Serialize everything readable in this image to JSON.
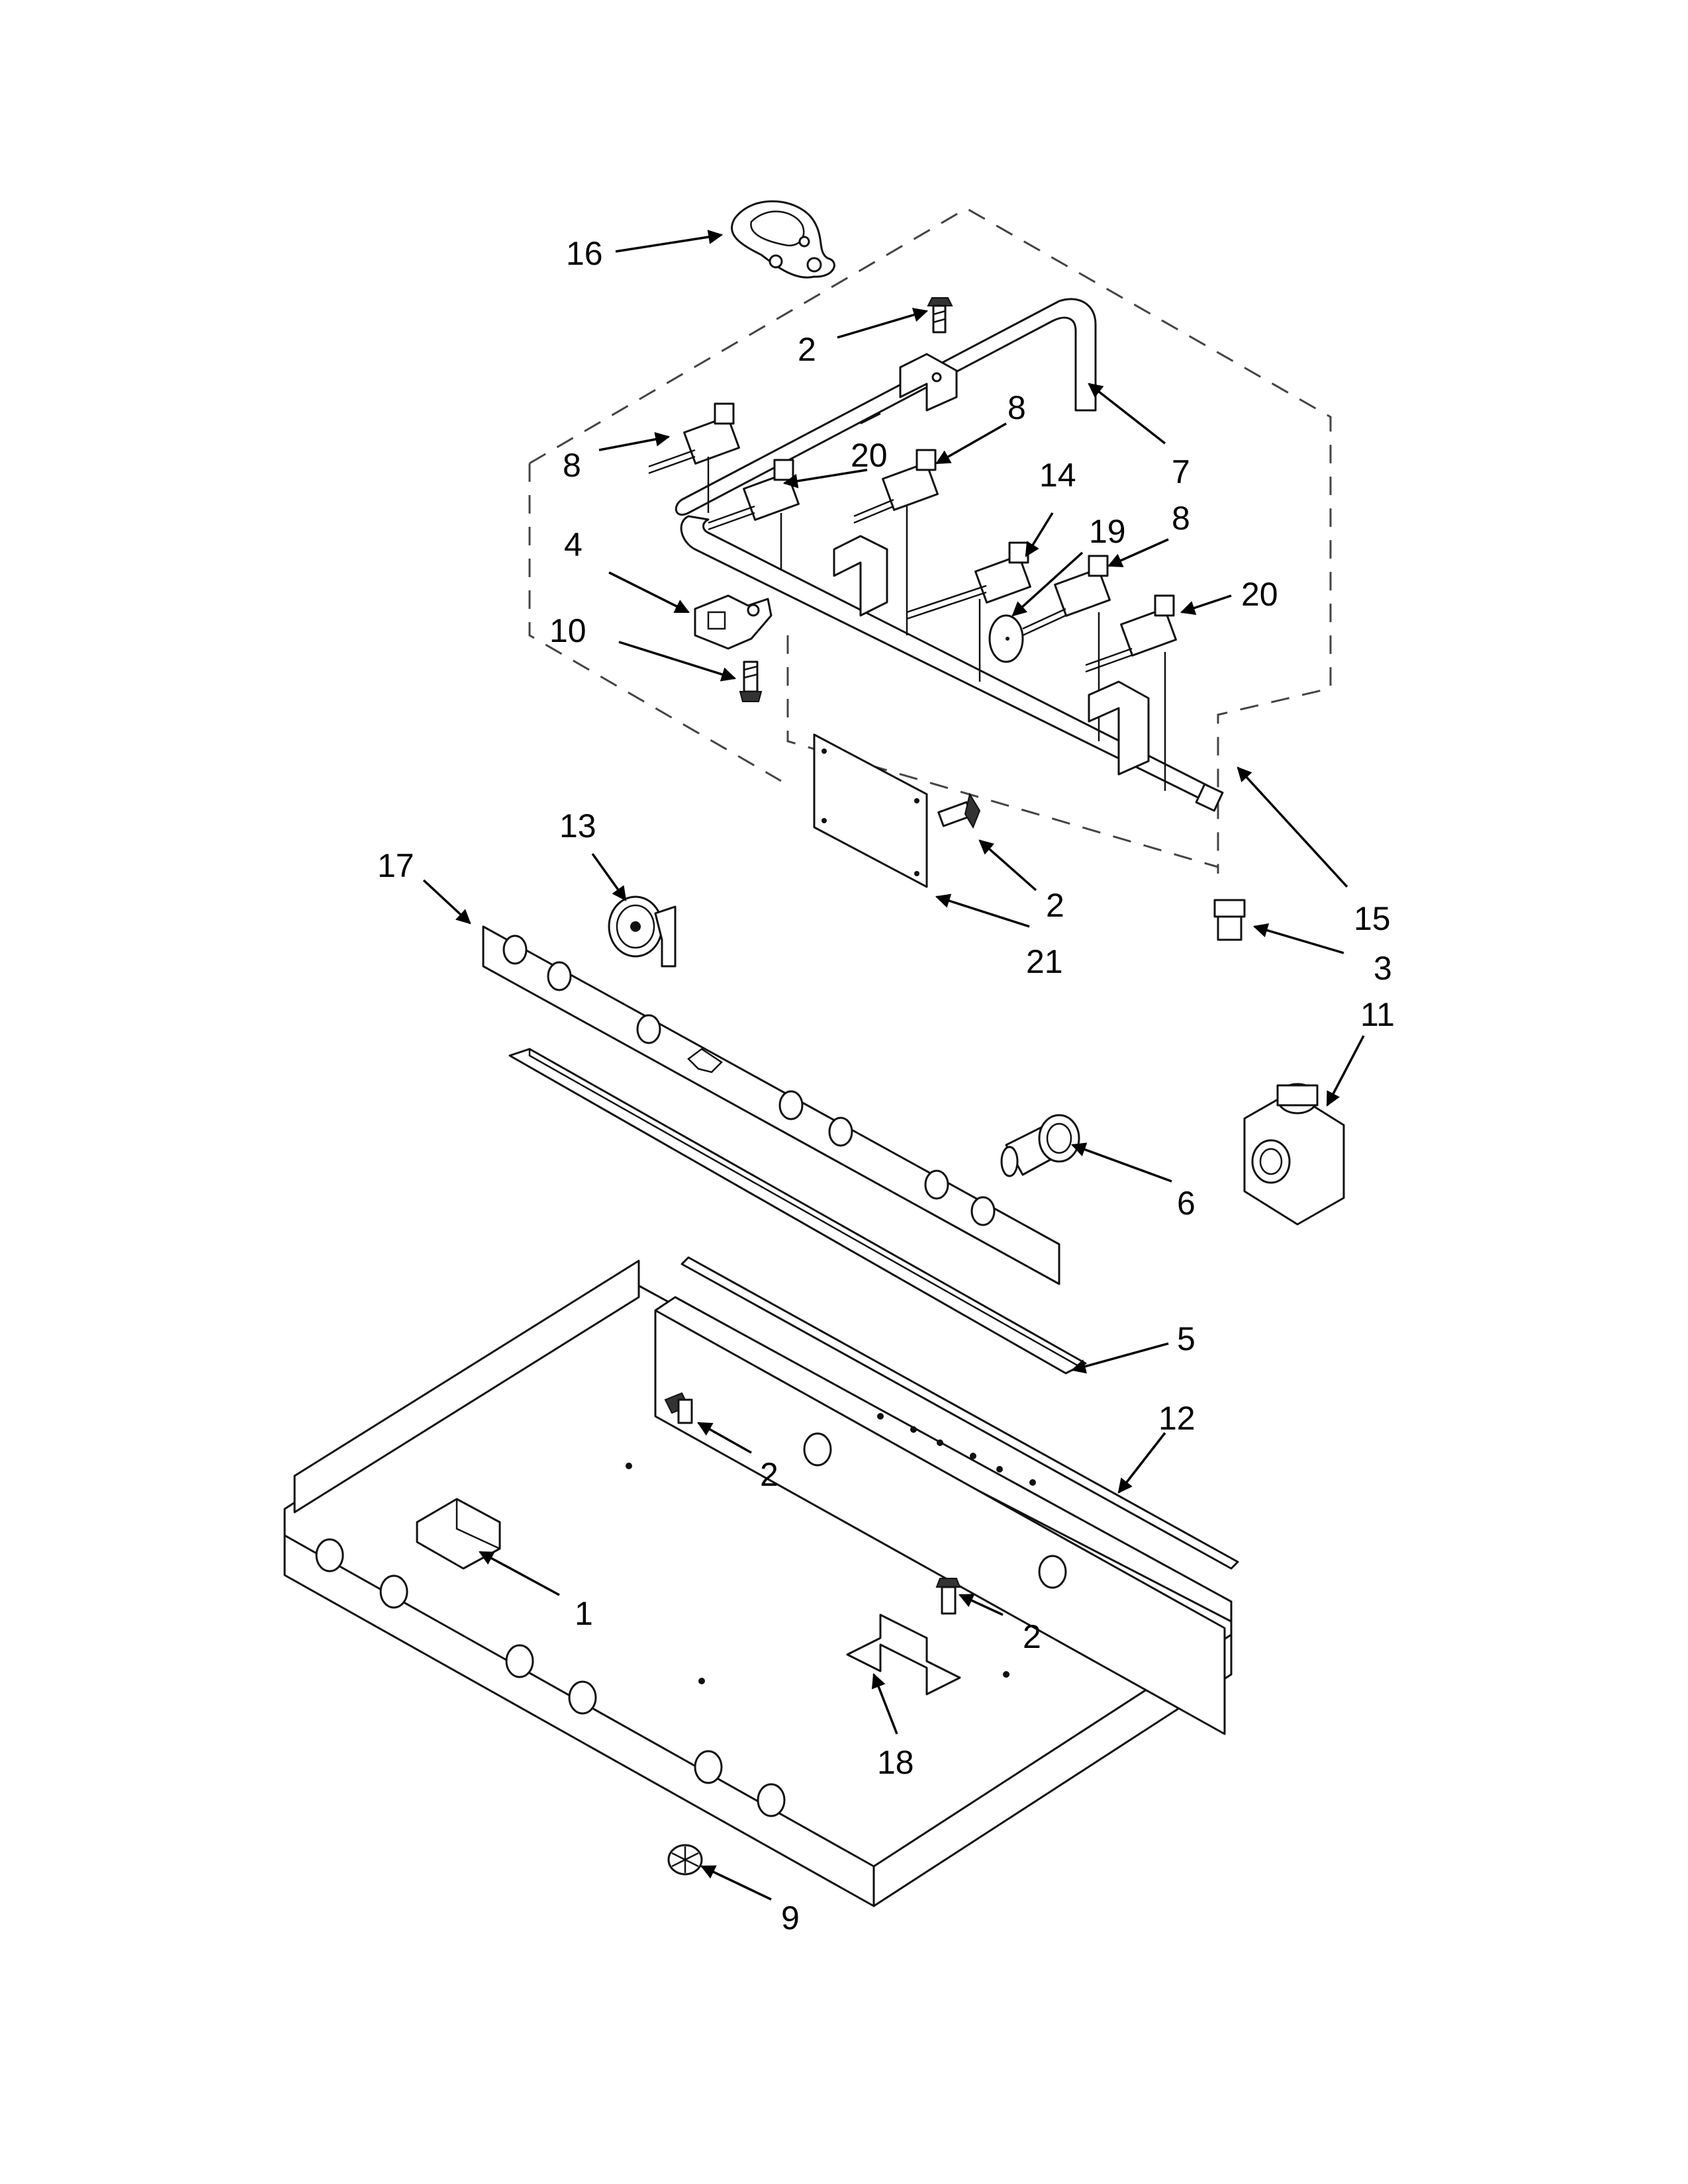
{
  "callouts": [
    {
      "id": "c16a",
      "label": "16"
    },
    {
      "id": "c2a",
      "label": "2"
    },
    {
      "id": "c8a",
      "label": "8"
    },
    {
      "id": "c8b",
      "label": "8"
    },
    {
      "id": "c20a",
      "label": "20"
    },
    {
      "id": "c7",
      "label": "7"
    },
    {
      "id": "c14",
      "label": "14"
    },
    {
      "id": "c19",
      "label": "19"
    },
    {
      "id": "c8c",
      "label": "8"
    },
    {
      "id": "c4",
      "label": "4"
    },
    {
      "id": "c20b",
      "label": "20"
    },
    {
      "id": "c10",
      "label": "10"
    },
    {
      "id": "c13",
      "label": "13"
    },
    {
      "id": "c17",
      "label": "17"
    },
    {
      "id": "c2b",
      "label": "2"
    },
    {
      "id": "c15",
      "label": "15"
    },
    {
      "id": "c21",
      "label": "21"
    },
    {
      "id": "c3",
      "label": "3"
    },
    {
      "id": "c11",
      "label": "11"
    },
    {
      "id": "c6",
      "label": "6"
    },
    {
      "id": "c5",
      "label": "5"
    },
    {
      "id": "c12",
      "label": "12"
    },
    {
      "id": "c2c",
      "label": "2"
    },
    {
      "id": "c1",
      "label": "1"
    },
    {
      "id": "c2d",
      "label": "2"
    },
    {
      "id": "c18",
      "label": "18"
    },
    {
      "id": "c9",
      "label": "9"
    }
  ]
}
